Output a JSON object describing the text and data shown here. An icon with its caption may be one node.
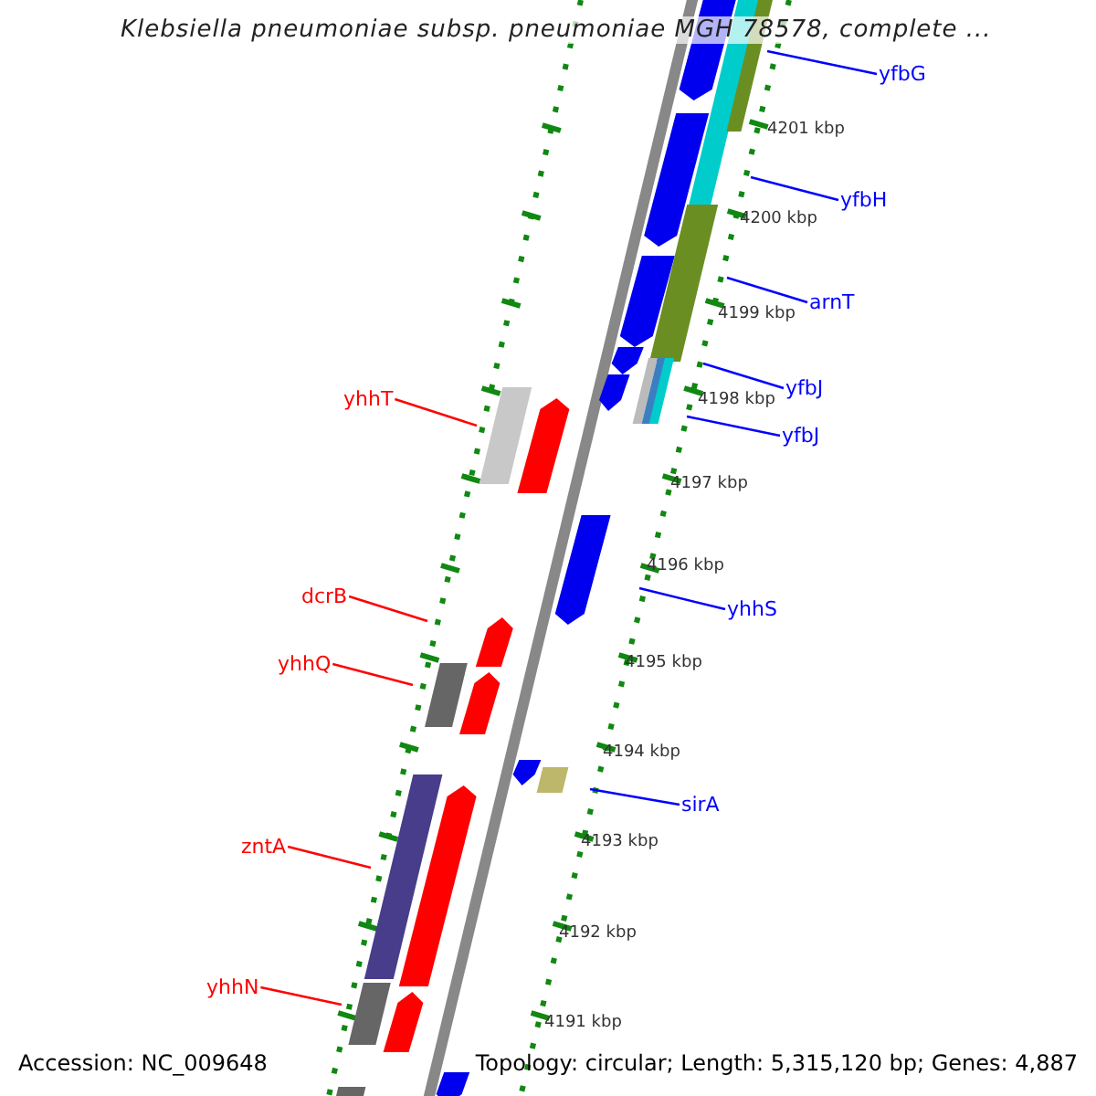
{
  "diagram": {
    "title": "Klebsiella pneumoniae subsp. pneumoniae MGH 78578, complete ...",
    "nodes": [
      {
        "text": [
          "yfbG"
        ]
      },
      {
        "text": [
          "yfbH"
        ]
      },
      {
        "text": [
          "arnT"
        ]
      },
      {
        "text": [
          "yfbJ"
        ]
      },
      {
        "text": [
          "yfbJ"
        ]
      },
      {
        "text": [
          "yhhT"
        ]
      },
      {
        "text": [
          "yhhS"
        ]
      },
      {
        "text": [
          "dcrB"
        ]
      },
      {
        "text": [
          "yhhQ"
        ]
      },
      {
        "text": [
          "sirA"
        ]
      },
      {
        "text": [
          "zntA"
        ]
      },
      {
        "text": [
          "yhhN"
        ]
      }
    ],
    "edges": [
      {
        "from": 0,
        "to": null,
        "arrow": "none"
      },
      {
        "from": 1,
        "to": null,
        "arrow": "none"
      },
      {
        "from": 2,
        "to": null,
        "arrow": "none"
      },
      {
        "from": 3,
        "to": null,
        "arrow": "none"
      },
      {
        "from": 4,
        "to": null,
        "arrow": "none"
      },
      {
        "from": 5,
        "to": null,
        "arrow": "none",
        "color": "#ff0000"
      },
      {
        "from": 6,
        "to": null,
        "arrow": "none"
      },
      {
        "from": 7,
        "to": null,
        "arrow": "none",
        "color": "#ff0000"
      },
      {
        "from": 8,
        "to": null,
        "arrow": "none",
        "color": "#ff0000"
      },
      {
        "from": 9,
        "to": null,
        "arrow": "none"
      },
      {
        "from": 10,
        "to": null,
        "arrow": "none",
        "color": "#ff0000"
      },
      {
        "from": 11,
        "to": null,
        "arrow": "none",
        "color": "#ff0000"
      }
    ],
    "labels": [
      "4201 kbp",
      "4200 kbp",
      "4199 kbp",
      "4198 kbp",
      "4197 kbp",
      "4196 kbp",
      "4195 kbp",
      "4194 kbp",
      "4193 kbp",
      "4192 kbp",
      "4191 kbp",
      "Accession: NC_009648",
      "Topology: circular; Length: 5,315,120 bp; Genes: 4,887"
    ]
  }
}
